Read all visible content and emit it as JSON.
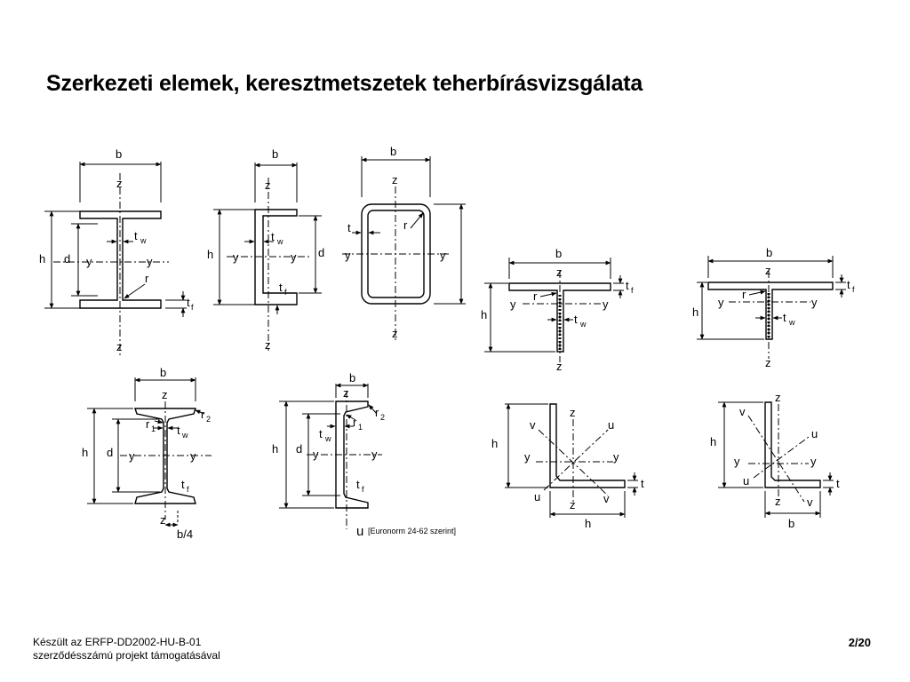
{
  "slide": {
    "title": "Szerkezeti elemek, keresztmetszetek teherbírásvizsgálata"
  },
  "labels": {
    "b": "b",
    "h": "h",
    "d": "d",
    "z": "z",
    "y": "y",
    "t": "t",
    "r": "r",
    "u": "u",
    "v": "v",
    "w": "w",
    "f": "f",
    "sub1": "1",
    "sub2": "2",
    "b4": "b/4"
  },
  "note": "[Euronorm 24-62 szerint]",
  "footer": {
    "line1": "Készült az ERFP-DD2002-HU-B-01",
    "line2": "szerződésszámú projekt támogatásával",
    "page": "2/20"
  }
}
